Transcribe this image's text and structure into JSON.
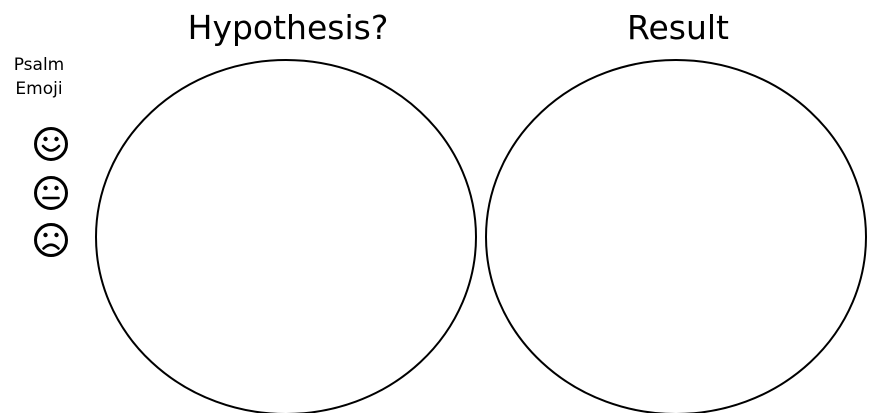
{
  "titles": {
    "hypothesis": "Hypothesis?",
    "result": "Result"
  },
  "side_label": {
    "line1": "Psalm",
    "line2": "Emoji"
  },
  "emoji_faces": [
    "happy-face-icon",
    "neutral-face-icon",
    "sad-face-icon"
  ]
}
